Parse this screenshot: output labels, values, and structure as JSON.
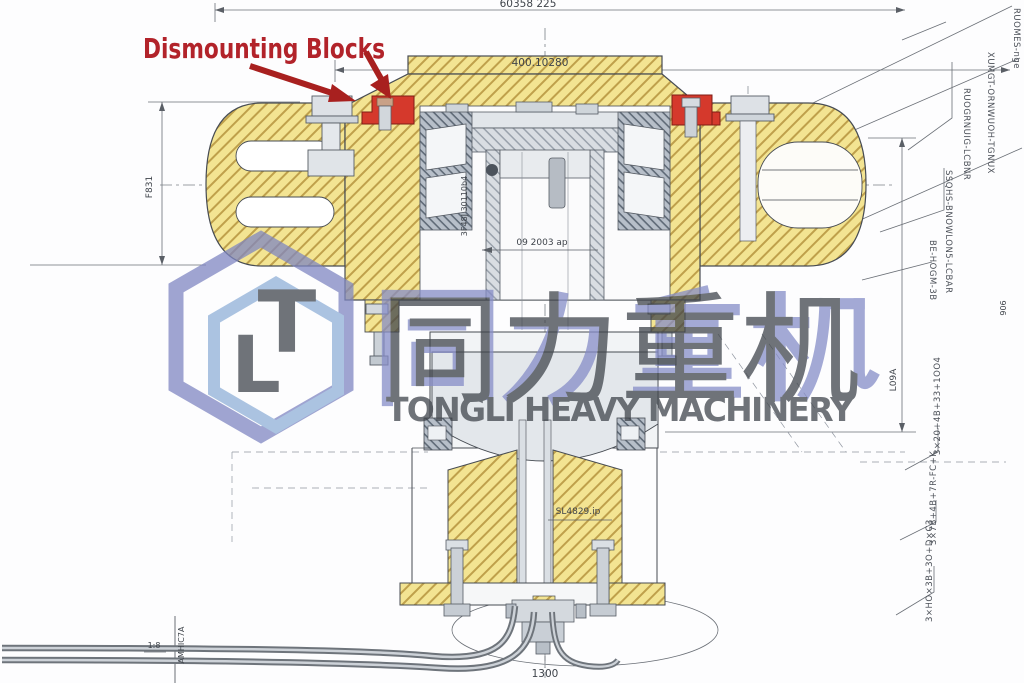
{
  "annotation": {
    "label": "Dismounting Blocks"
  },
  "watermark": {
    "monogram_t": "T",
    "monogram_l": "L",
    "chinese_name": "同力重机",
    "english_name": "TONGLI HEAVY MACHINERY"
  },
  "dimensions": {
    "top_overall": "60358 225",
    "top_secondary": "400.10280",
    "left_height": "F831",
    "right_height": "L09A",
    "right_small": "906",
    "bore_note": "09 2003 ap",
    "shaft_note": "SL4829.ip",
    "thread_note": "3F48J 30110b4",
    "bottom_width": "1300",
    "scale_note": "1:8",
    "axis_note": "AMHIC7A"
  },
  "right_labels": {
    "upper": [
      "RUOMES-nge",
      "XUMGT-ORNWUOH-TGNUX",
      "RUOGRNUIG-LCBNR",
      "SSQHS-BNOWLON5-LCBAR",
      "BE-HOGM-3B"
    ],
    "lower": [
      "3×20+4B+33+1OO4",
      "3×7B+4B+7R-FC+K",
      "3×HO×3B+3O+D×C3"
    ]
  },
  "colors": {
    "section_yellow": "#f3e492",
    "hatch_brown": "#bfa04b",
    "steel_gray": "#d9dde2",
    "highlight_red": "#d5392c",
    "annotation_red": "#b2232a",
    "watermark_blue": "#7f86c2",
    "watermark_light_blue": "#8fb0d8",
    "line_dark": "#474c53"
  }
}
